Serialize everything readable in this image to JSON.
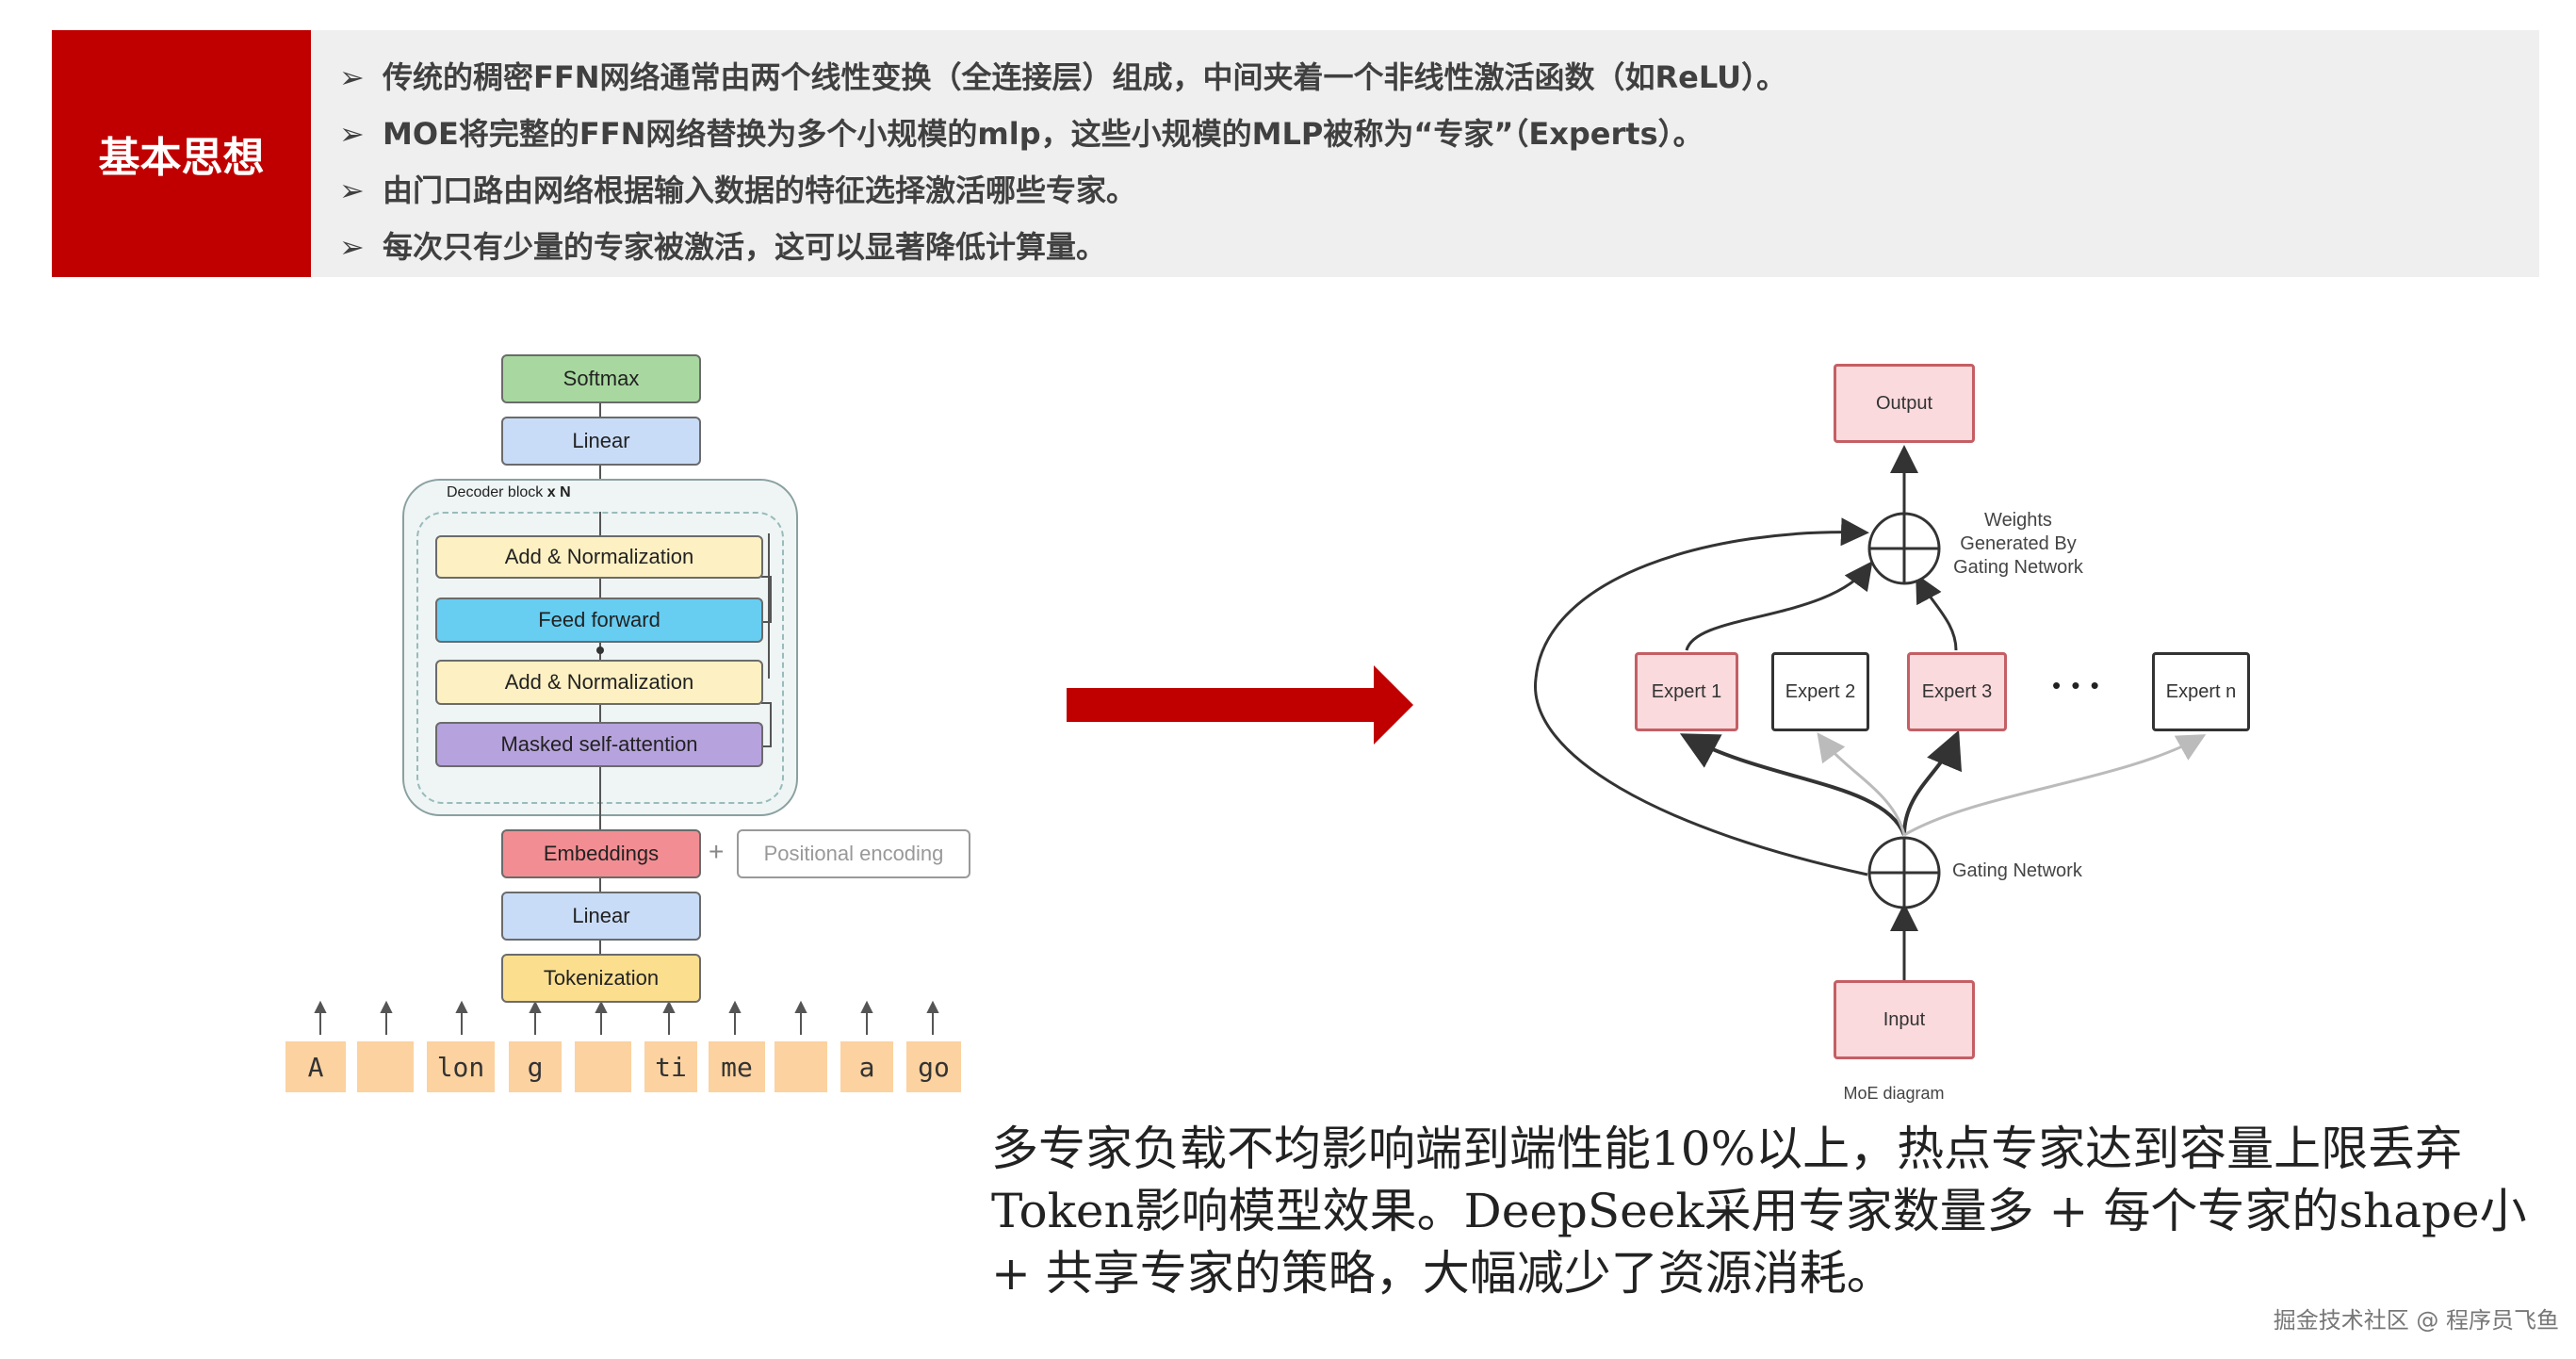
{
  "header": {
    "title": "基本思想",
    "bullet_mark": "➢",
    "bullets": [
      "传统的稠密FFN网络通常由两个线性变换（全连接层）组成，中间夹着一个非线性激活函数（如ReLU）。",
      "MOE将完整的FFN网络替换为多个小规模的mlp，这些小规模的MLP被称为“专家”（Experts）。",
      "由门口路由网络根据输入数据的特征选择激活哪些专家。",
      "每次只有少量的专家被激活，这可以显著降低计算量。"
    ]
  },
  "transformer": {
    "softmax": "Softmax",
    "linear_top": "Linear",
    "decoder_label": "Decoder block",
    "decoder_times": "x N",
    "add_norm_1": "Add & Normalization",
    "feed_forward": "Feed forward",
    "add_norm_2": "Add & Normalization",
    "masked_attention": "Masked self-attention",
    "embeddings": "Embeddings",
    "plus": "+",
    "positional_encoding": "Positional encoding",
    "linear_bottom": "Linear",
    "tokenization": "Tokenization",
    "tokens": [
      "A",
      "",
      "lon",
      "g",
      "",
      "ti",
      "me",
      "",
      "a",
      "go"
    ]
  },
  "moe": {
    "output": "Output",
    "weights_label": [
      "Weights",
      "Generated By",
      "Gating Network"
    ],
    "experts": [
      "Expert 1",
      "Expert 2",
      "Expert 3",
      "Expert n"
    ],
    "ellipsis": "• • •",
    "gating_label": "Gating Network",
    "input": "Input",
    "caption": "MoE diagram"
  },
  "bottom_text": "多专家负载不均影响端到端性能10%以上，热点专家达到容量上限丢弃Token影响模型效果。DeepSeek采用专家数量多 + 每个专家的shape小 + 共享专家的策略，大幅减少了资源消耗。",
  "watermark": "掘金技术社区 @ 程序员飞鱼",
  "colors": {
    "accent_red": "#c00000",
    "header_bg": "#efefef",
    "expert_pink": "#fadadd"
  }
}
